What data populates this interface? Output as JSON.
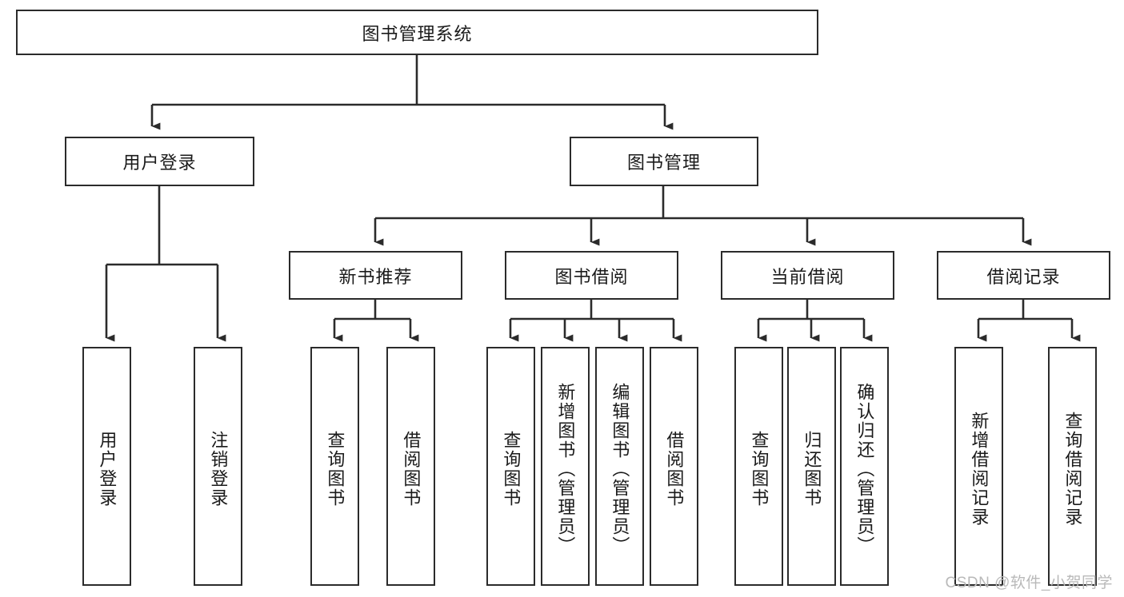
{
  "diagram": {
    "title": "图书管理系统",
    "type": "tree",
    "watermark": "CSDN @软件_小贺同学",
    "stroke_color": "#2b2b2b",
    "fill_color": "#ffffff",
    "text_color": "#1a1a1a",
    "root": {
      "label": "图书管理系统"
    },
    "level2": [
      {
        "label": "用户登录"
      },
      {
        "label": "图书管理"
      }
    ],
    "level3": [
      {
        "label": "新书推荐"
      },
      {
        "label": "图书借阅"
      },
      {
        "label": "当前借阅"
      },
      {
        "label": "借阅记录"
      }
    ],
    "leaves": {
      "user_login": [
        {
          "label": "用户登录"
        },
        {
          "label": "注销登录"
        }
      ],
      "new_book_recommend": [
        {
          "label": "查询图书"
        },
        {
          "label": "借阅图书"
        }
      ],
      "book_borrow": [
        {
          "label": "查询图书"
        },
        {
          "label": "新增图书（管理员）"
        },
        {
          "label": "编辑图书（管理员）"
        },
        {
          "label": "借阅图书"
        }
      ],
      "current_borrow": [
        {
          "label": "查询图书"
        },
        {
          "label": "归还图书"
        },
        {
          "label": "确认归还（管理员）"
        }
      ],
      "borrow_record": [
        {
          "label": "新增借阅记录"
        },
        {
          "label": "查询借阅记录"
        }
      ]
    }
  }
}
